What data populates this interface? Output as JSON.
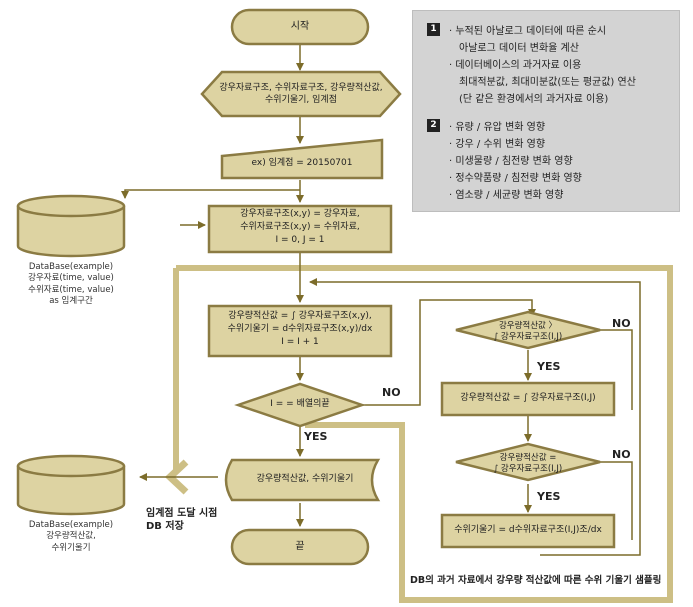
{
  "flow": {
    "start": "시작",
    "step1": [
      "강우자료구조, 수위자료구조, 강우량적산값,",
      "수위기울기, 임계점"
    ],
    "input": "ex) 임계점 = 20150701",
    "init": [
      "강우자료구조(x,y) = 강우자료,",
      "수위자료구조(x,y) = 수위자료,",
      "I = 0, J = 1"
    ],
    "calc": [
      "강우량적산값 = ∫ 강우자료구조(x,y),",
      "수위기울기 = d수위자료구조(x,y)/dx",
      "I = I + 1"
    ],
    "decision_end": "I = = 배열의끝",
    "yes": "YES",
    "no": "NO",
    "store": "강우량적산값, 수위기울기",
    "end": "끝",
    "dec2": [
      "강우량적산값 〉",
      "∫ 강우자료구조(I,J)"
    ],
    "assign2": "강우량적산값 = ∫ 강우자료구조(I,J)",
    "dec3": [
      "강우량적산값 =",
      "∫ 강우자료구조(I,J)"
    ],
    "assign3": "수위기울기 = d수위자료구조(I,J)조/dx",
    "store_note": [
      "임계점 도달 시점",
      "DB 저장"
    ],
    "loop_caption": "DB의 과거 자료에서 강우량 적산값에 따른 수위 기울기 샘플링"
  },
  "databases": {
    "db1": [
      "DataBase(example)",
      "강우자료(time, value)",
      "수위자료(time, value)",
      "as 임계구간"
    ],
    "db2": [
      "DataBase(example)",
      "강우량적산값,",
      "수위기울기"
    ]
  },
  "legend": {
    "badge1": "1",
    "badge2": "2",
    "group1": [
      "· 누적된 아날로그 데이터에 따른 순시",
      "아날로그 데이터 변화율 계산",
      "· 데이터베이스의 과거자료 이용",
      "최대적분값, 최대미분값(또는 평균값) 연산",
      "(단 같은 환경에서의 과거자료 이용)"
    ],
    "group2": [
      "· 유량 / 유압 변화 영향",
      "· 강우 / 수위 변화 영향",
      "· 미생물량 / 침전량 변화 영향",
      "· 정수약품량 / 침전량 변화 영향",
      "· 염소량 / 세균량 변화 영향"
    ]
  },
  "colors": {
    "fill": "#ddd3a2",
    "edge": "#8b7b43",
    "loop": "#cdbf85",
    "arrow": "#7c6c2a",
    "legend_bg": "#d3d3d3"
  }
}
